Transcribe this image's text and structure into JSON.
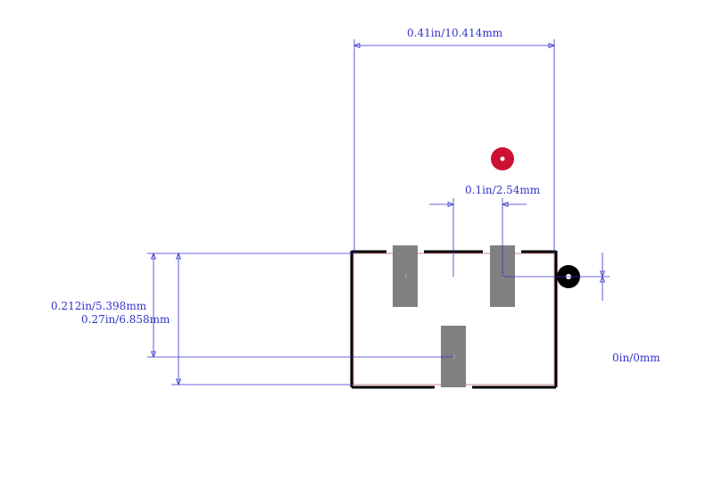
{
  "dimensions": {
    "width_label": "0.41in/10.414mm",
    "pitch_label": "0.1in/2.54mm",
    "height_inner_label": "0.212in/5.398mm",
    "height_outer_label": "0.27in/6.858mm",
    "offset_label": "0in/0mm"
  },
  "pads": [
    {
      "label": "3"
    },
    {
      "label": "1"
    },
    {
      "label": "2"
    }
  ],
  "colors": {
    "dimension": "#3333cc",
    "pad": "#808080",
    "silkscreen": "#000000",
    "courtyard": "#cc8888",
    "pin1_marker": "#cc1133",
    "origin_marker": "#000000"
  }
}
